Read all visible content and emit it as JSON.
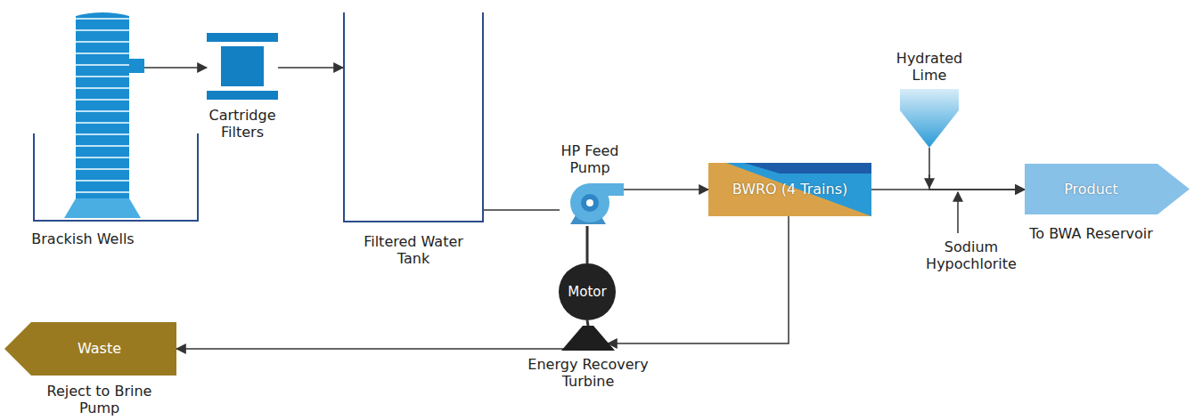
{
  "diagram": {
    "nodes": [
      {
        "text": [
          "Brackish Wells"
        ]
      },
      {
        "text": [
          "Cartridge Filters"
        ]
      },
      {
        "text": [
          "Filtered Water Tank"
        ]
      },
      {
        "text": [
          "HP Feed Pump"
        ]
      },
      {
        "text": [
          "BWRO (4 Trains)"
        ]
      },
      {
        "text": [
          "Hydrated Lime"
        ]
      },
      {
        "text": [
          "Product",
          "To BWA Reservoir"
        ]
      },
      {
        "text": [
          "Motor"
        ]
      },
      {
        "text": [
          "Energy Recovery Turbine"
        ]
      },
      {
        "text": [
          "Waste",
          "Reject to Brine Pump"
        ]
      }
    ],
    "edges": [
      {
        "from": 0,
        "to": 1,
        "arrow": "to"
      },
      {
        "from": 1,
        "to": 2,
        "arrow": "to"
      },
      {
        "from": 2,
        "to": 3,
        "arrow": "none"
      },
      {
        "from": 3,
        "to": 4,
        "arrow": "to"
      },
      {
        "from": 4,
        "to": 6,
        "arrow": "to"
      },
      {
        "from": 5,
        "to": 6,
        "arrow": "to"
      },
      {
        "from": 3,
        "to": 7,
        "arrow": "none"
      },
      {
        "from": 7,
        "to": 8,
        "arrow": "none"
      },
      {
        "from": 4,
        "to": 8,
        "arrow": "to"
      },
      {
        "from": 8,
        "to": 9,
        "arrow": "to"
      }
    ],
    "labels": [
      "Sodium Hypochlorite"
    ]
  }
}
